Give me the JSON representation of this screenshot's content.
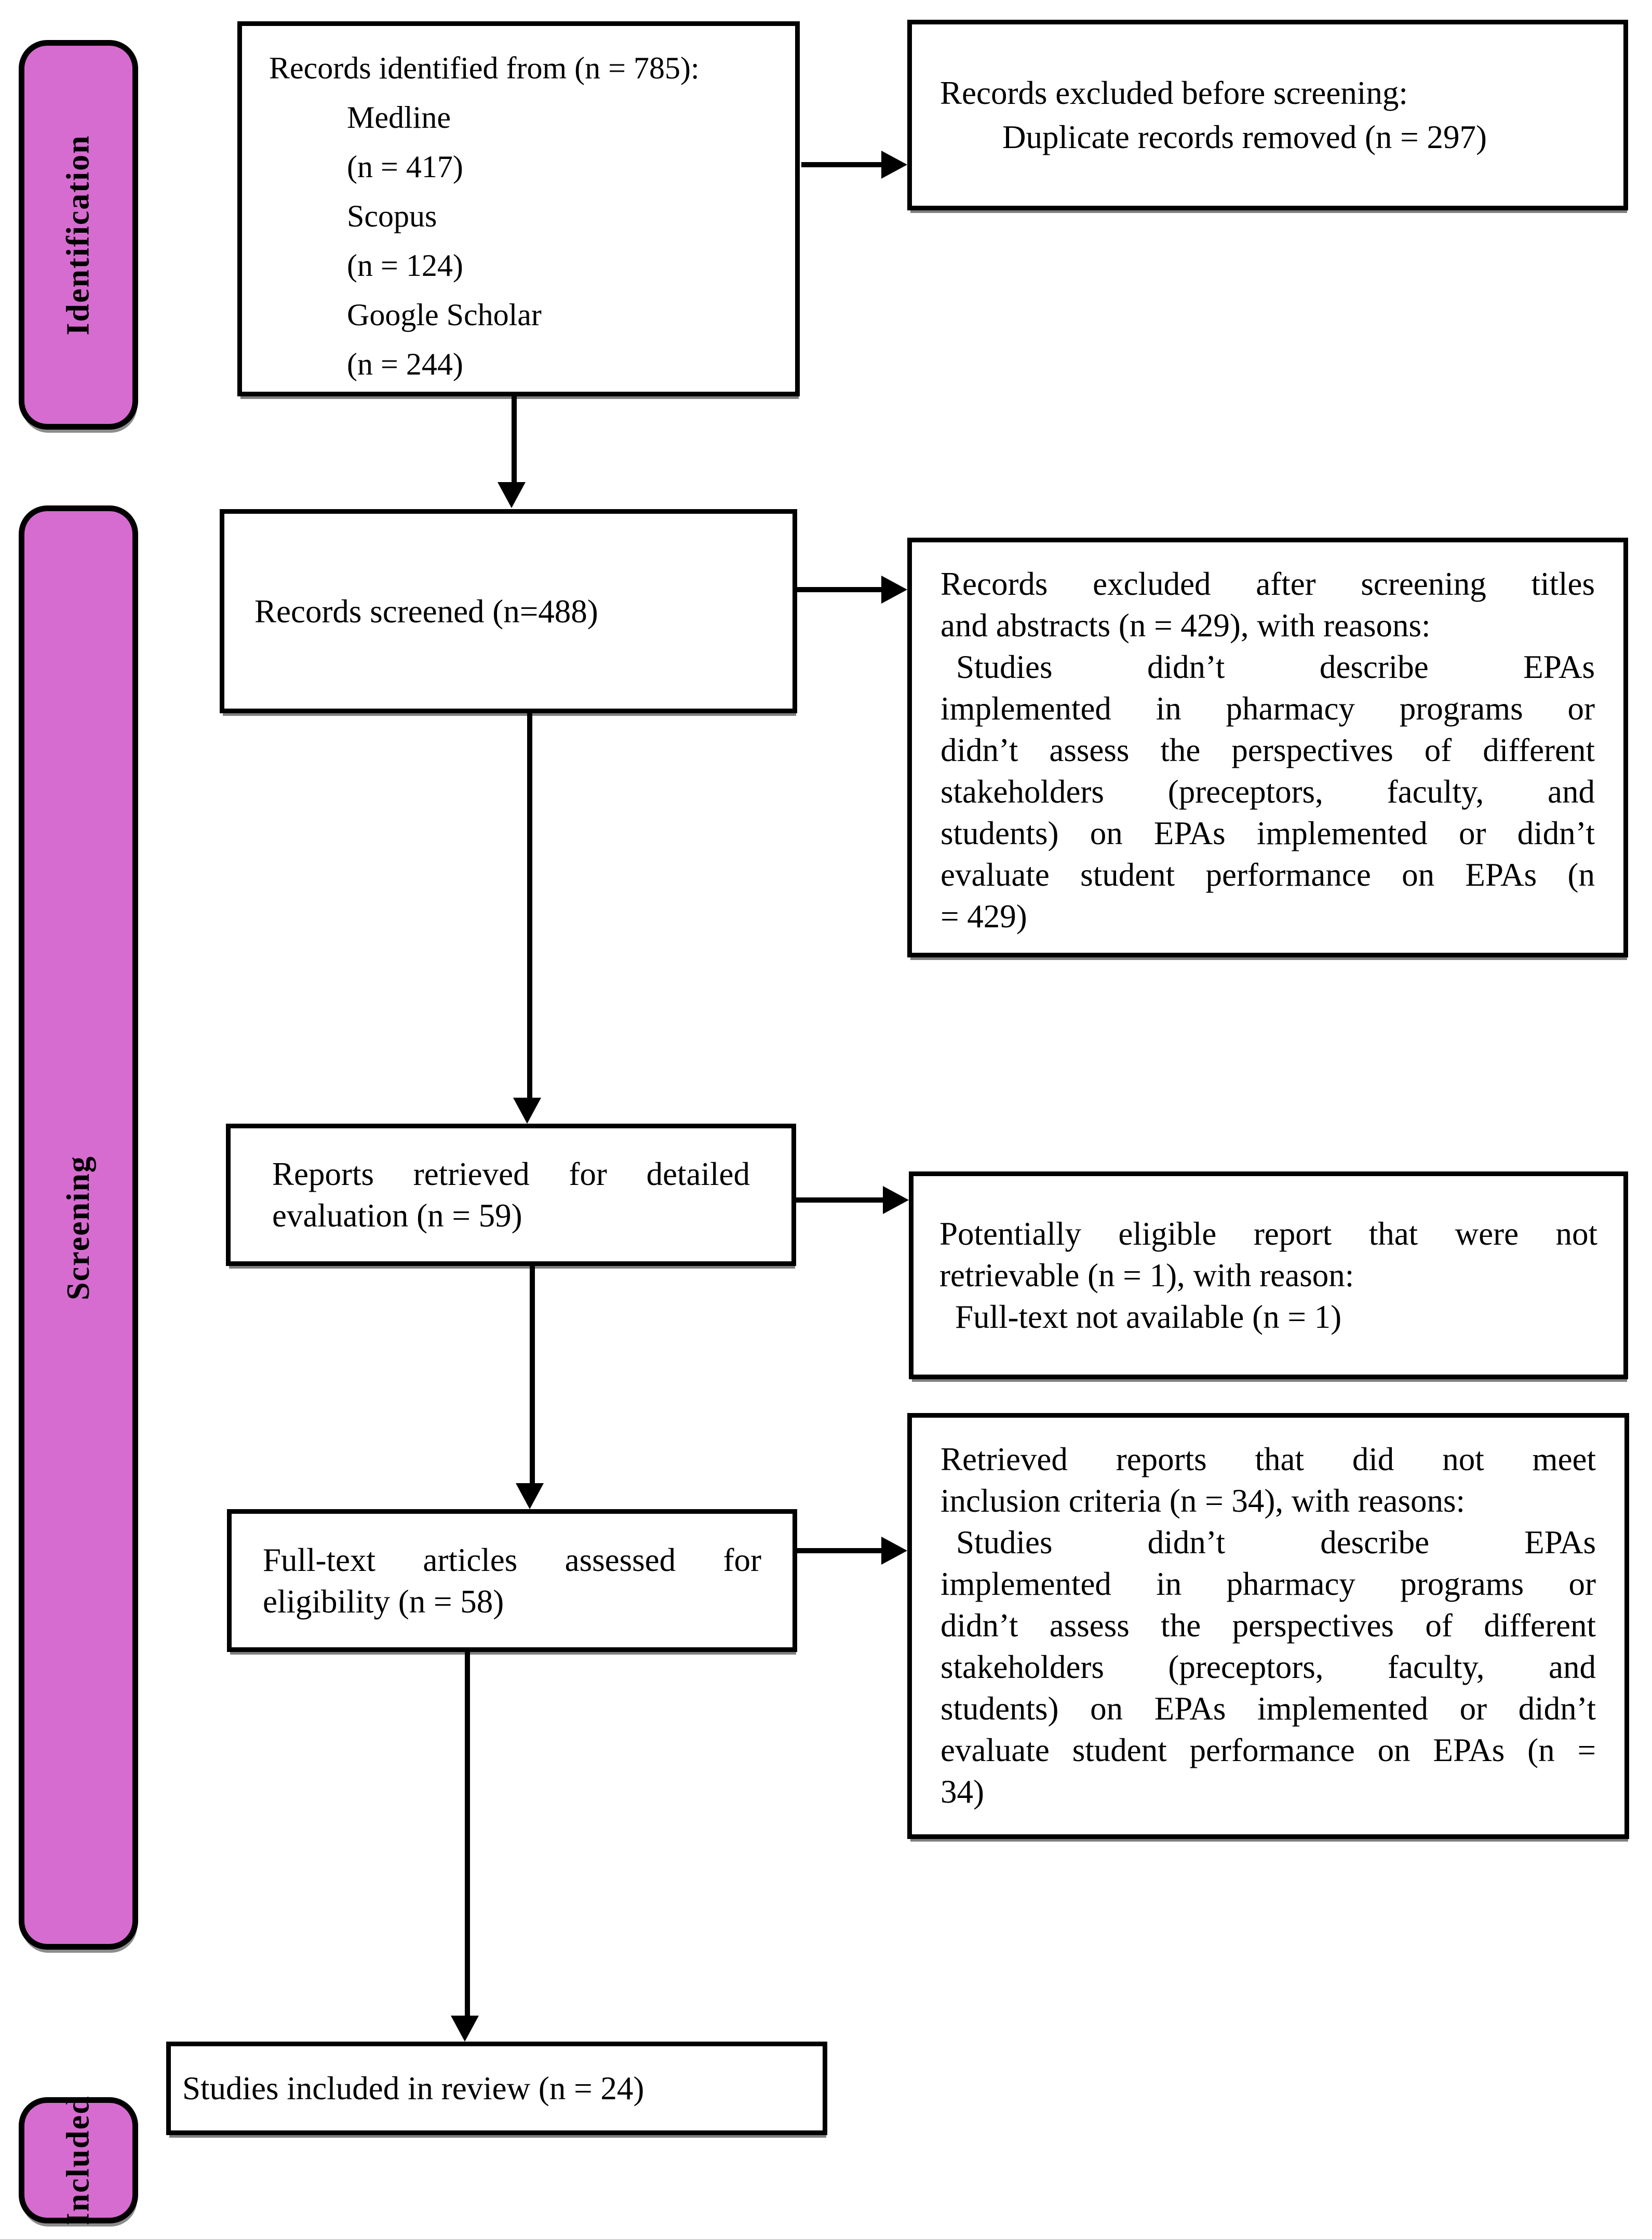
{
  "stages": [
    {
      "id": "identification",
      "label": "Identification"
    },
    {
      "id": "screening",
      "label": "Screening"
    },
    {
      "id": "included",
      "label": "Included"
    }
  ],
  "boxes": {
    "identified": {
      "title": "Records identified from (n = 785):",
      "items": [
        "Medline",
        "(n = 417)",
        "Scopus",
        "(n = 124)",
        "Google Scholar",
        "(n = 244)"
      ]
    },
    "excluded_before": {
      "lines": [
        "Records excluded before screening:",
        "Duplicate records removed (n = 297)"
      ]
    },
    "screened": {
      "text": "Records screened (n=488)"
    },
    "excluded_after": {
      "lines": [
        "Records excluded after screening titles",
        "and abstracts (n = 429), with reasons:",
        "Studies didn’t describe EPAs",
        "implemented in pharmacy programs or",
        "didn’t assess the perspectives of different",
        "stakeholders (preceptors, faculty, and",
        "students) on EPAs implemented or didn’t",
        "evaluate student performance on EPAs (n",
        "= 429)"
      ]
    },
    "retrieved": {
      "lines": [
        "Reports retrieved for detailed",
        "evaluation (n = 59)"
      ]
    },
    "not_retrievable": {
      "lines": [
        "Potentially eligible report that were not",
        "retrievable (n = 1), with reason:",
        "Full-text not available (n = 1)"
      ]
    },
    "fulltext": {
      "lines": [
        "Full-text articles assessed for",
        "eligibility (n = 58)"
      ]
    },
    "not_meeting": {
      "lines": [
        "Retrieved reports that did not meet",
        "inclusion criteria (n = 34), with reasons:",
        "Studies didn’t describe EPAs",
        "implemented in pharmacy programs or",
        "didn’t assess the perspectives of different",
        "stakeholders (preceptors, faculty, and",
        "students) on EPAs implemented or didn’t",
        "evaluate student performance on EPAs (n =",
        "34)"
      ]
    },
    "included_review": {
      "text": "Studies included in review (n = 24)"
    }
  },
  "colors": {
    "stage_fill": "#D66CCF",
    "stage_border": "#000000",
    "box_border": "#000000",
    "arrow": "#000000",
    "text": "#000000",
    "background": "#FFFFFF"
  }
}
